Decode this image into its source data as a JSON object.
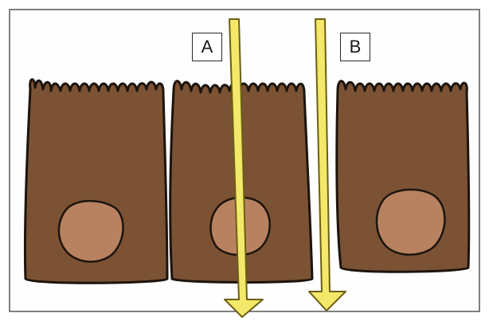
{
  "labels": {
    "a": "A",
    "b": "B"
  },
  "colors": {
    "background": "#fefefe",
    "frame": "#555555",
    "cell_fill": "#7b5233",
    "cell_outline": "#1c140d",
    "nucleus_fill": "#b88260",
    "arrow_fill": "#f3e86a",
    "arrow_outline": "#6b5f14"
  },
  "components": {
    "cells": [
      "epithelial-cell",
      "epithelial-cell",
      "epithelial-cell"
    ],
    "arrows": [
      "transcellular-pathway-arrow",
      "paracellular-pathway-arrow"
    ]
  }
}
